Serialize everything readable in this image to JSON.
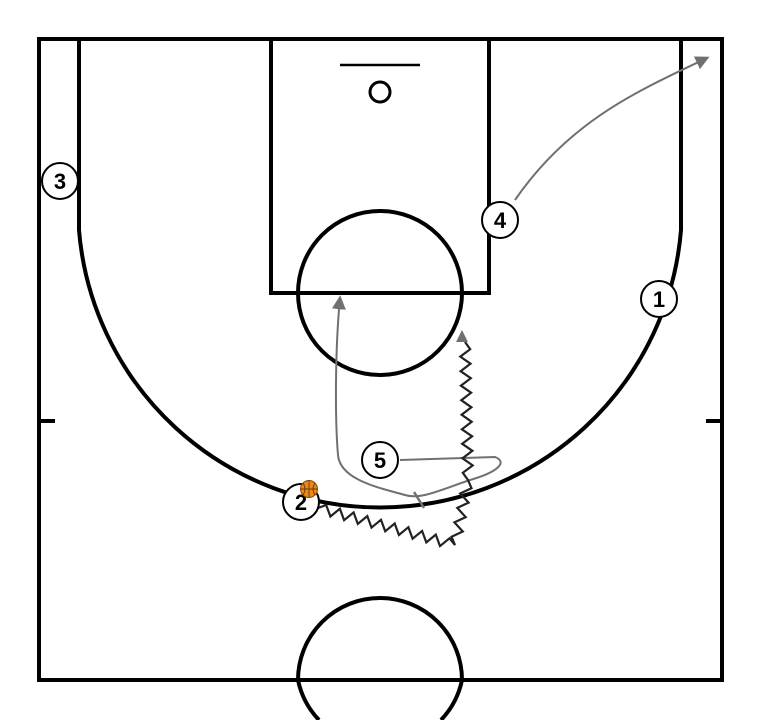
{
  "diagram": {
    "colors": {
      "court_lines": "#000000",
      "movement": "#707070",
      "dribble": "#222222",
      "ball": "#e8891a",
      "background": "#ffffff"
    },
    "players": [
      {
        "id": "p1",
        "label": "1"
      },
      {
        "id": "p2",
        "label": "2",
        "has_ball": true
      },
      {
        "id": "p3",
        "label": "3"
      },
      {
        "id": "p4",
        "label": "4"
      },
      {
        "id": "p5",
        "label": "5"
      }
    ],
    "actions": [
      {
        "type": "cut",
        "player": "4"
      },
      {
        "type": "cut",
        "player": "5"
      },
      {
        "type": "screen",
        "player": "5"
      },
      {
        "type": "dribble",
        "player": "2"
      }
    ]
  }
}
